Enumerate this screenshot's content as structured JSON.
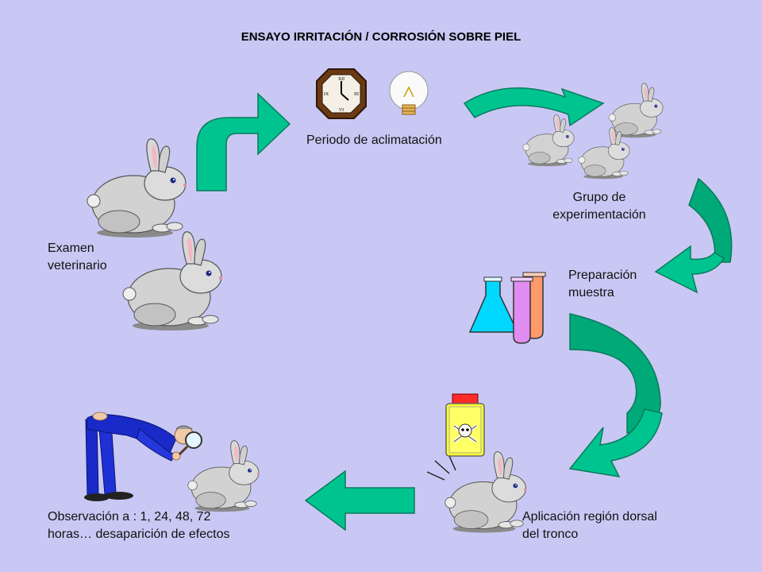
{
  "title": "ENSAYO IRRITACIÓN / CORROSIÓN SOBRE PIEL",
  "labels": {
    "aclimatacion": "Periodo de aclimatación",
    "grupo": "Grupo de\nexperimentación",
    "examen": "Examen\nveterinario",
    "preparacion": "Preparación\nmuestra",
    "observacion": "Observación a : 1, 24, 48, 72\nhoras… desaparición de efectos",
    "aplicacion": "Aplicación región dorsal\ndel tronco"
  },
  "colors": {
    "background": "#c9c8f4",
    "arrow_fill": "#00c490",
    "arrow_dark": "#008a63",
    "rabbit_body": "#cfcfcf",
    "flask": "#00d8ff",
    "tube_purple": "#e08cf0",
    "tube_orange": "#ff9a6a",
    "bottle_label": "#ffff33",
    "bottle_cap": "#ff2a2a",
    "suit": "#1a2ac8"
  },
  "icons": [
    "clock-icon",
    "light-bulb-icon",
    "rabbit-icon",
    "flask-icon",
    "test-tube-icon",
    "poison-bottle-icon",
    "skull-crossbones-icon",
    "magnifying-glass-icon",
    "scientist-icon"
  ]
}
